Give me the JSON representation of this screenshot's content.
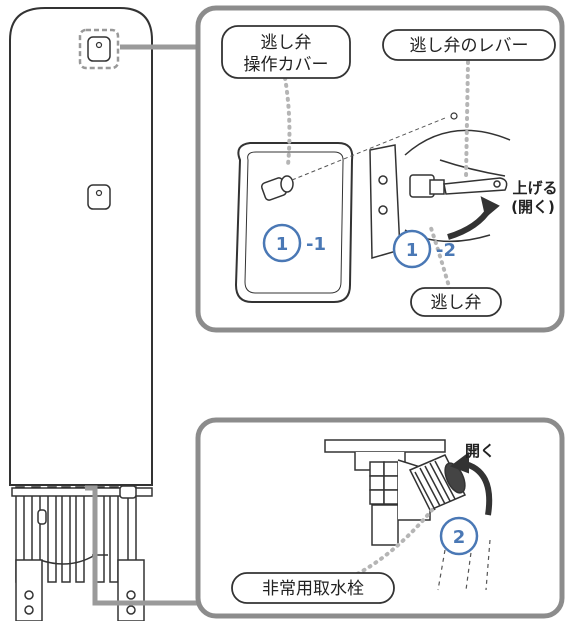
{
  "callouts": {
    "relief_valve_cover": [
      "逃し弁",
      "操作カバー"
    ],
    "relief_valve_lever": "逃し弁のレバー",
    "relief_valve": "逃し弁",
    "emergency_faucet": "非常用取水栓"
  },
  "actions": {
    "lift_open": [
      "上げる",
      "(開く)"
    ],
    "open": "開く"
  },
  "steps": {
    "step1_num": "1",
    "step1_suffix": "-1",
    "step2_num": "1",
    "step2_suffix": "-2",
    "step3_num": "2"
  },
  "colors": {
    "outline": "#333333",
    "panel_border": "#8c8c8c",
    "connector": "#9a9a9a",
    "step_blue": "#4a78b5",
    "dots": "#b5b5b5"
  }
}
